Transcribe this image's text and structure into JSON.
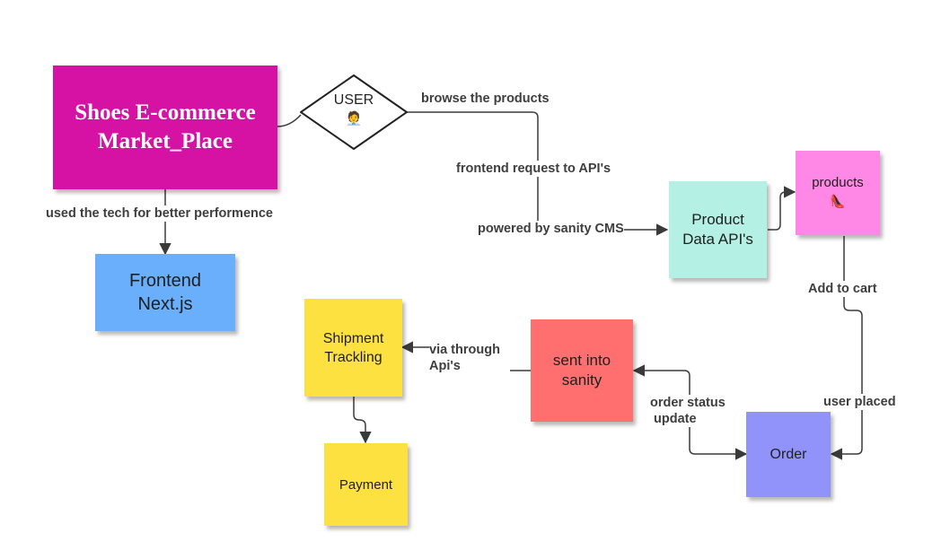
{
  "nodes": {
    "title": {
      "line1": "Shoes E-commerce",
      "line2": "Market_Place",
      "color": "#D612A5"
    },
    "user": {
      "label": "USER",
      "emoji": "🧑‍💼"
    },
    "frontend": {
      "line1": "Frontend",
      "line2": "Next.js",
      "color": "#6AAFFC"
    },
    "product_api": {
      "line1": "Product",
      "line2": "Data API's",
      "color": "#B4F1E4"
    },
    "products": {
      "label": "products",
      "emoji": "👠",
      "color": "#FF88E6"
    },
    "shipment": {
      "line1": "Shipment",
      "line2": "Trackling",
      "color": "#FDE141"
    },
    "sanity": {
      "line1": "sent into",
      "line2": "sanity",
      "color": "#FF6F6F"
    },
    "order": {
      "label": "Order",
      "color": "#9193FA"
    },
    "payment": {
      "label": "Payment",
      "color": "#FDE141"
    }
  },
  "edge_labels": {
    "browse": "browse the products",
    "frontend_request": "frontend request to API's",
    "powered_by": "powered by sanity CMS",
    "used_tech": "used the tech for better performence",
    "add_to_cart": "Add to cart",
    "user_placed": "user placed",
    "order_status_1": "order status",
    "order_status_2": "update",
    "via_1": "via through",
    "via_2": "Api's"
  }
}
